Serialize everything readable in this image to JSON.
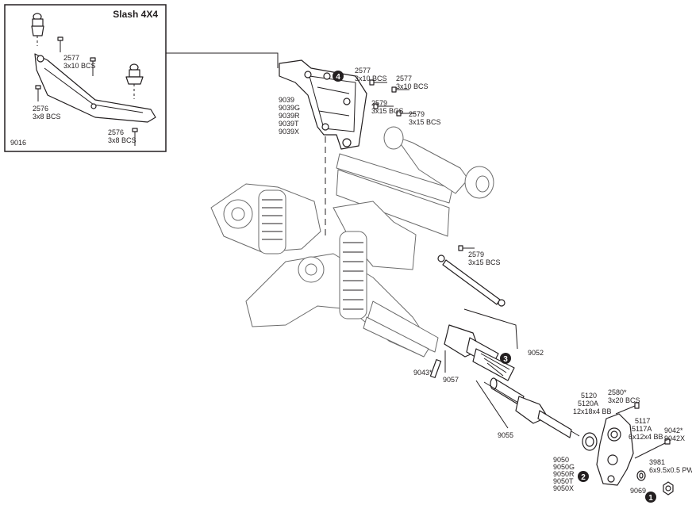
{
  "diagram": {
    "inset": {
      "title": "Slash 4X4",
      "part_number": "9016",
      "labels": {
        "screw_top_num": "2577",
        "screw_top_desc": "3x10 BCS",
        "screw_left_num": "2576",
        "screw_left_desc": "3x8 BCS",
        "screw_bottom_num": "2576",
        "screw_bottom_desc": "3x8 BCS"
      }
    },
    "steps": {
      "s1": "1",
      "s2": "2",
      "s3": "3",
      "s4": "4"
    },
    "parts": {
      "mount_numbers": [
        "9039",
        "9039G",
        "9039R",
        "9039T",
        "9039X"
      ],
      "p2577a_num": "2577",
      "p2577a_desc": "3x10 BCS",
      "p2577b_num": "2577",
      "p2577b_desc": "3x10 BCS",
      "p2579a_num": "2579",
      "p2579a_desc": "3x15 BCS",
      "p2579b_num": "2579",
      "p2579b_desc": "3x15 BCS",
      "p2579c_num": "2579",
      "p2579c_desc": "3x15 BCS",
      "p9052": "9052",
      "p9043": "9043*",
      "p9057": "9057",
      "p9055": "9055",
      "bearing_lines": [
        "5120",
        "5120A",
        "12x18x4 BB"
      ],
      "p2580_num": "2580*",
      "p2580_desc": "3x20 BCS",
      "bb_small_lines": [
        "5117",
        "5117A",
        "6x12x4 BB"
      ],
      "p9042_lines": [
        "9042*",
        "9042X"
      ],
      "p3981_num": "3981",
      "p3981_desc": "6x9.5x0.5 PW",
      "carrier_numbers": [
        "9050",
        "9050G",
        "9050R",
        "9050T",
        "9050X"
      ],
      "p9069": "9069"
    }
  }
}
